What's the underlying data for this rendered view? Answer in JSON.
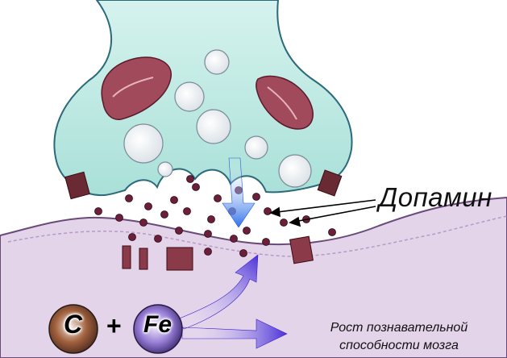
{
  "labels": {
    "dopamine": "Допамин",
    "growth_line1": "Рост познавательной",
    "growth_line2": "способности мозга"
  },
  "formula": {
    "element1": "C",
    "operator": "+",
    "element2": "Fe"
  },
  "colors": {
    "presynaptic_fill": "#bfe9e3",
    "postsynaptic_fill": "#e4d4ea",
    "vesicle_fill": "#f4f6f8",
    "mitochondria_fill": "#a04a5c",
    "receptor_fill": "#7a2a38",
    "dopamine_molecule": "#6b1f3a",
    "arrow_blue": "#3a7ff0",
    "arrow_purple": "#5a3fe0",
    "carbon_ball": "#8a5a40",
    "iron_ball": "#7a5ac0"
  }
}
